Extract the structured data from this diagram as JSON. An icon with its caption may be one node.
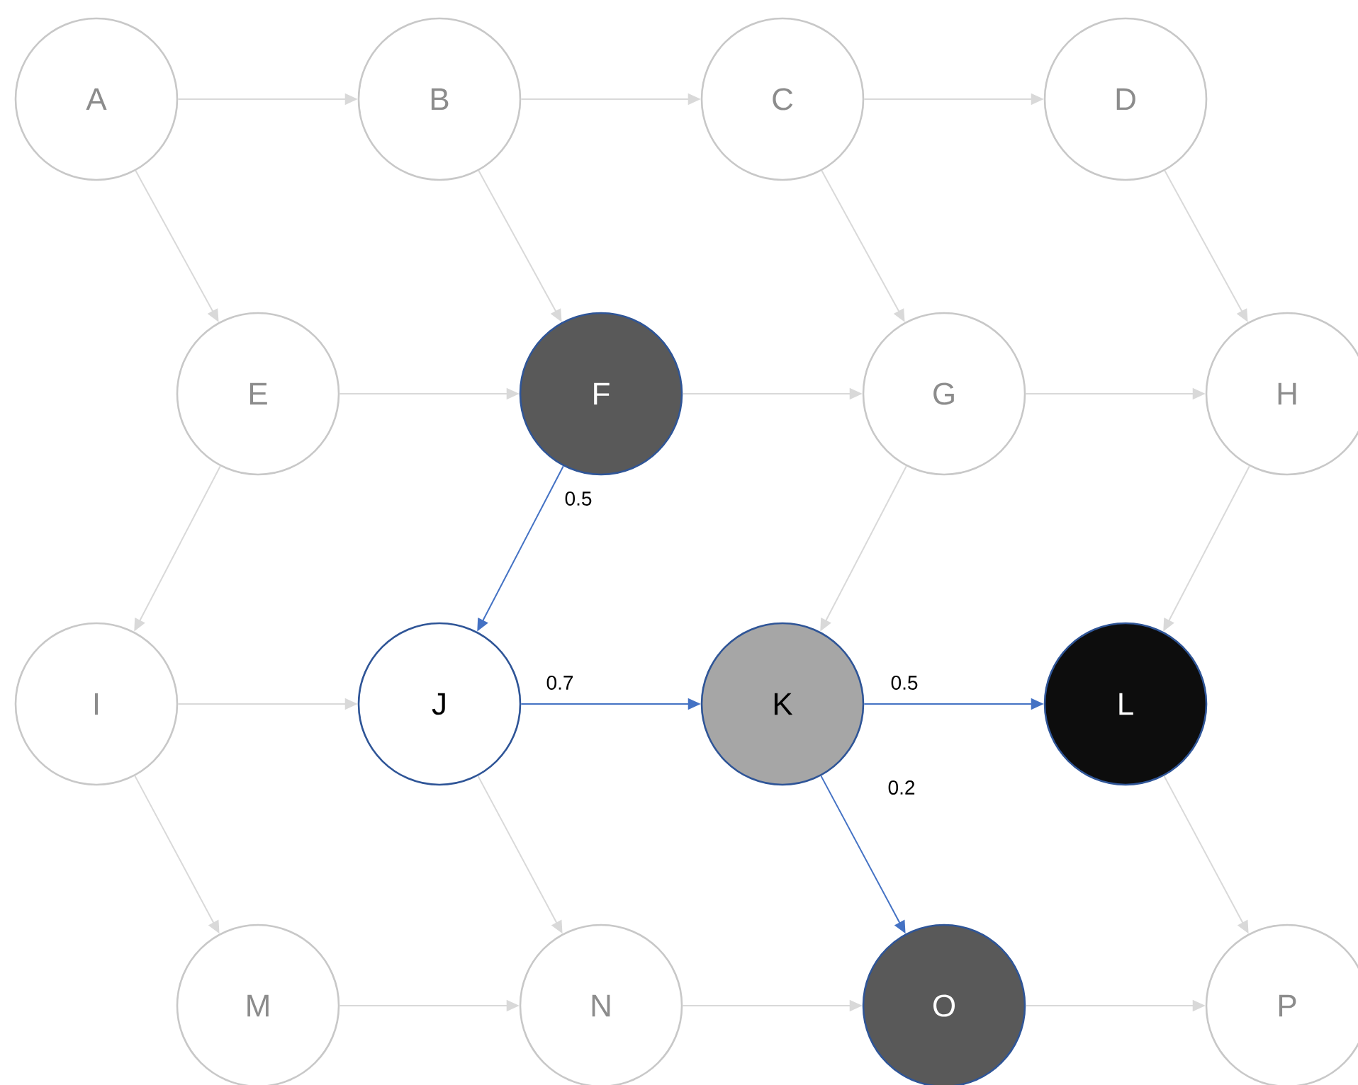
{
  "diagram": {
    "nodes": [
      {
        "text": [
          "A"
        ]
      },
      {
        "text": [
          "B"
        ]
      },
      {
        "text": [
          "C"
        ]
      },
      {
        "text": [
          "D"
        ]
      },
      {
        "text": [
          "E"
        ]
      },
      {
        "text": [
          "F"
        ]
      },
      {
        "text": [
          "G"
        ]
      },
      {
        "text": [
          "H"
        ]
      },
      {
        "text": [
          "I"
        ]
      },
      {
        "text": [
          "J"
        ]
      },
      {
        "text": [
          "K"
        ]
      },
      {
        "text": [
          "L"
        ]
      },
      {
        "text": [
          "M"
        ]
      },
      {
        "text": [
          "N"
        ]
      },
      {
        "text": [
          "O"
        ]
      },
      {
        "text": [
          "P"
        ]
      }
    ],
    "edges": [
      {
        "from": 0,
        "to": 1,
        "arrow": "to"
      },
      {
        "from": 1,
        "to": 2,
        "arrow": "to"
      },
      {
        "from": 2,
        "to": 3,
        "arrow": "to"
      },
      {
        "from": 0,
        "to": 4,
        "arrow": "to"
      },
      {
        "from": 1,
        "to": 5,
        "arrow": "to"
      },
      {
        "from": 2,
        "to": 6,
        "arrow": "to"
      },
      {
        "from": 3,
        "to": 7,
        "arrow": "to"
      },
      {
        "from": 4,
        "to": 5,
        "arrow": "to"
      },
      {
        "from": 5,
        "to": 6,
        "arrow": "to"
      },
      {
        "from": 6,
        "to": 7,
        "arrow": "to"
      },
      {
        "from": 4,
        "to": 8,
        "arrow": "to"
      },
      {
        "from": 5,
        "to": 9,
        "arrow": "to",
        "label": "0.5",
        "color": "#4472c4"
      },
      {
        "from": 6,
        "to": 10,
        "arrow": "to"
      },
      {
        "from": 7,
        "to": 11,
        "arrow": "to"
      },
      {
        "from": 8,
        "to": 9,
        "arrow": "to"
      },
      {
        "from": 9,
        "to": 10,
        "arrow": "to",
        "label": "0.7",
        "color": "#4472c4"
      },
      {
        "from": 10,
        "to": 11,
        "arrow": "to",
        "label": "0.5",
        "color": "#4472c4"
      },
      {
        "from": 8,
        "to": 12,
        "arrow": "to"
      },
      {
        "from": 9,
        "to": 13,
        "arrow": "to"
      },
      {
        "from": 10,
        "to": 14,
        "arrow": "to",
        "label": "0.2",
        "color": "#4472c4"
      },
      {
        "from": 11,
        "to": 15,
        "arrow": "to"
      },
      {
        "from": 12,
        "to": 13,
        "arrow": "to"
      },
      {
        "from": 13,
        "to": 14,
        "arrow": "to"
      },
      {
        "from": 14,
        "to": 15,
        "arrow": "to"
      }
    ]
  }
}
